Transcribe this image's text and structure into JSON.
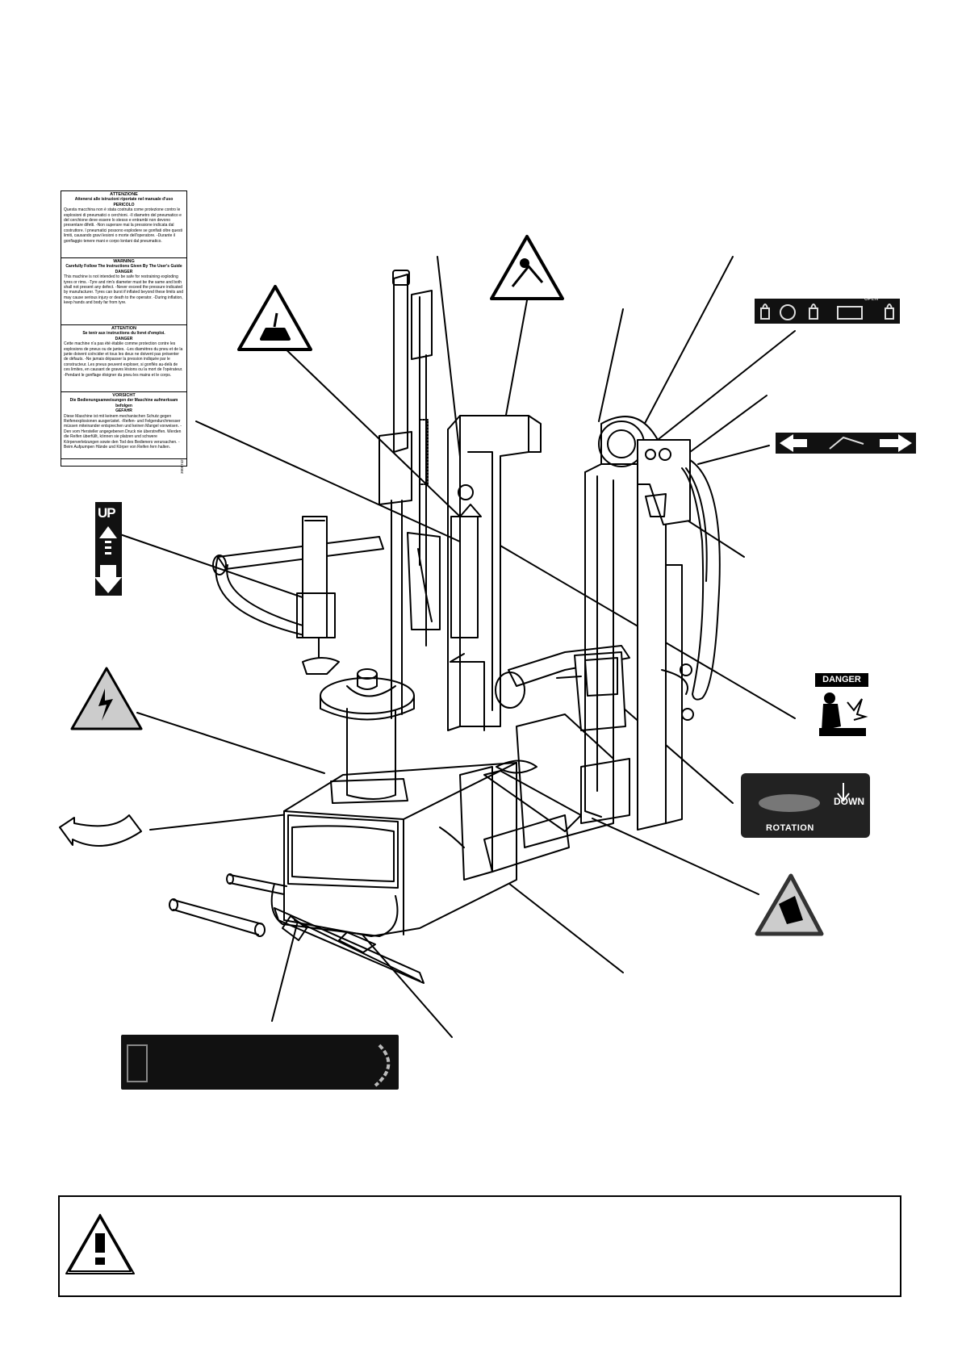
{
  "warning_label": {
    "sections": [
      {
        "heading": "ATTENZIONE",
        "line1": "Attenersi alle istruzioni riportate nel manuale d'uso",
        "sub": "PERICOLO",
        "text": "Questa macchina non è stata costruita come protezione contro le esplosioni di pneumatici o cerchioni. -Il diametro del pneumatico e del cerchione deve essere lo stesso e entrambi non devono presentare difetti. -Non superare mai la pressione indicata dal costruttore. I pneumatici possono esplodere se gonfiati oltre questi limiti, causando gravi lesioni o morte dell'operatore. -Durante il gonfiaggio tenere mani e corpo lontani dal pneumatico."
      },
      {
        "heading": "WARNING",
        "line1": "Carefully Follow The Instructions Given By The User's Guide",
        "sub": "DANGER",
        "text": "This machine is not intended to be safe for restraining exploding tyres or rims. -Tyre and rim's diameter must be the same and both shall not present any defect. -Never exceed the pressure indicated by manufacturer. Tyres can burst if inflated beyond these limits and may cause serious injury or death to the operator. -During inflation, keep hands and body far from tyre."
      },
      {
        "heading": "ATTENTION",
        "line1": "Se tenir aux instructions du livret d'emploi.",
        "sub": "DANGER",
        "text": "Cette machine n'a pas été établie comme protection contre les explosions de pneus ou de jantes. -Les diamètres du pneu et de la jante doivent coïncider et tous les deux ne doivent pas présenter de défauts. -Ne jamais dépasser la pression indiquée par le constructeur. Les pneus peuvent exploser, si gonflés au-delà de ces limites, en causant de graves lésions ou la mort de l'opérateur. -Pendant le gonflage éloigner du pneu les mains et le corps."
      },
      {
        "heading": "VORSICHT",
        "line1": "Die Bedienungsanweisungen der Maschine aufmerksam befolgen",
        "sub": "GEFAHR",
        "text": "Diese Maschine ist mit keinem mechanischen Schutz gegen Reifenexplosionen ausgerüstet. -Reifen- und Felgendurchmesser müssen miteinander entsprechen und keinen Mangel vorweisen. -Den vom Hersteller angegebenen Druck nie überstreffen. Werden die Reifen überfüllt, können sie platzen und schwere Körperverletzungen sowie den Tod des Bedieners verursachen. -Beim Aufpumpen Hände und Körper von Reifen fern halten."
      }
    ],
    "code": "3005742"
  },
  "decals": {
    "up_label": "UP",
    "open_label": "OPEN",
    "danger_label": "DANGER",
    "down_label": "DOWN",
    "rotation_label": "ROTATION"
  },
  "notice": {
    "text": ""
  },
  "colors": {
    "ink": "#000000",
    "decal_bg": "#111111",
    "paper": "#ffffff"
  }
}
